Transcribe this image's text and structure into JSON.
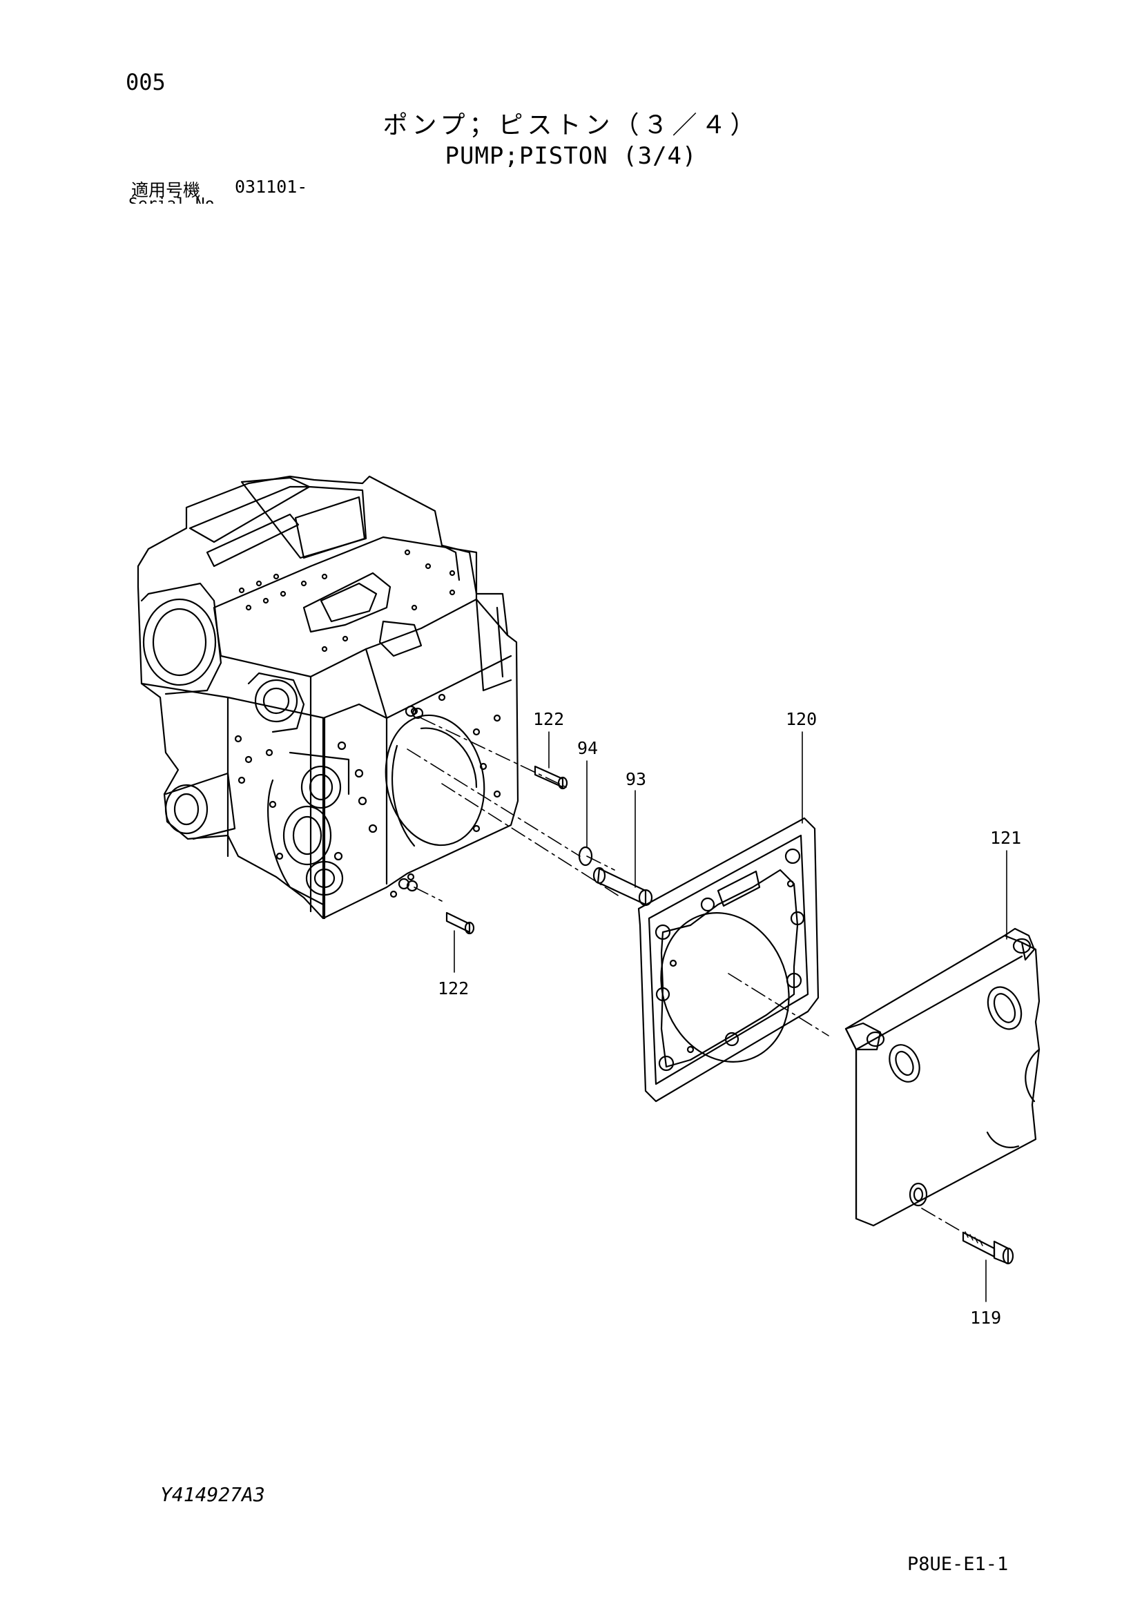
{
  "page_number": "005",
  "title_jp": "ポンプ；ピストン（３／４）",
  "title_en": "PUMP;PISTON (3/4)",
  "serial": {
    "label": "適用号機",
    "value": "031101-",
    "label_en": "Serial No."
  },
  "drawing_code": "Y414927A3",
  "sheet_code": "P8UE-E1-1",
  "callouts": {
    "c122_top": "122",
    "c94": "94",
    "c93": "93",
    "c120": "120",
    "c121": "121",
    "c122_bottom": "122",
    "c119": "119"
  }
}
